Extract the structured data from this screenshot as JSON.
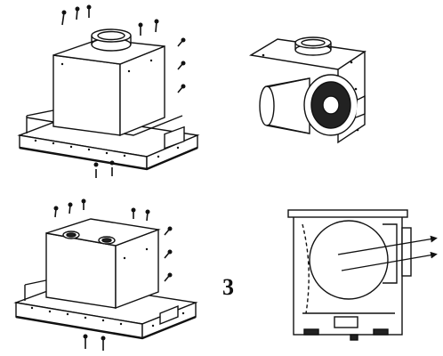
{
  "figure_label": "3",
  "panels": [
    {
      "id": "hood-vertical-exhaust",
      "description_icon": "range-hood-unit"
    },
    {
      "id": "blower-motor-assembly",
      "description_icon": "blower-motor"
    },
    {
      "id": "hood-recirculating",
      "description_icon": "range-hood-unit"
    },
    {
      "id": "side-view-horizontal-exhaust",
      "description_icon": "side-section"
    }
  ],
  "colors": {
    "line": "#111111",
    "fill": "#ffffff",
    "dark": "#222222"
  }
}
